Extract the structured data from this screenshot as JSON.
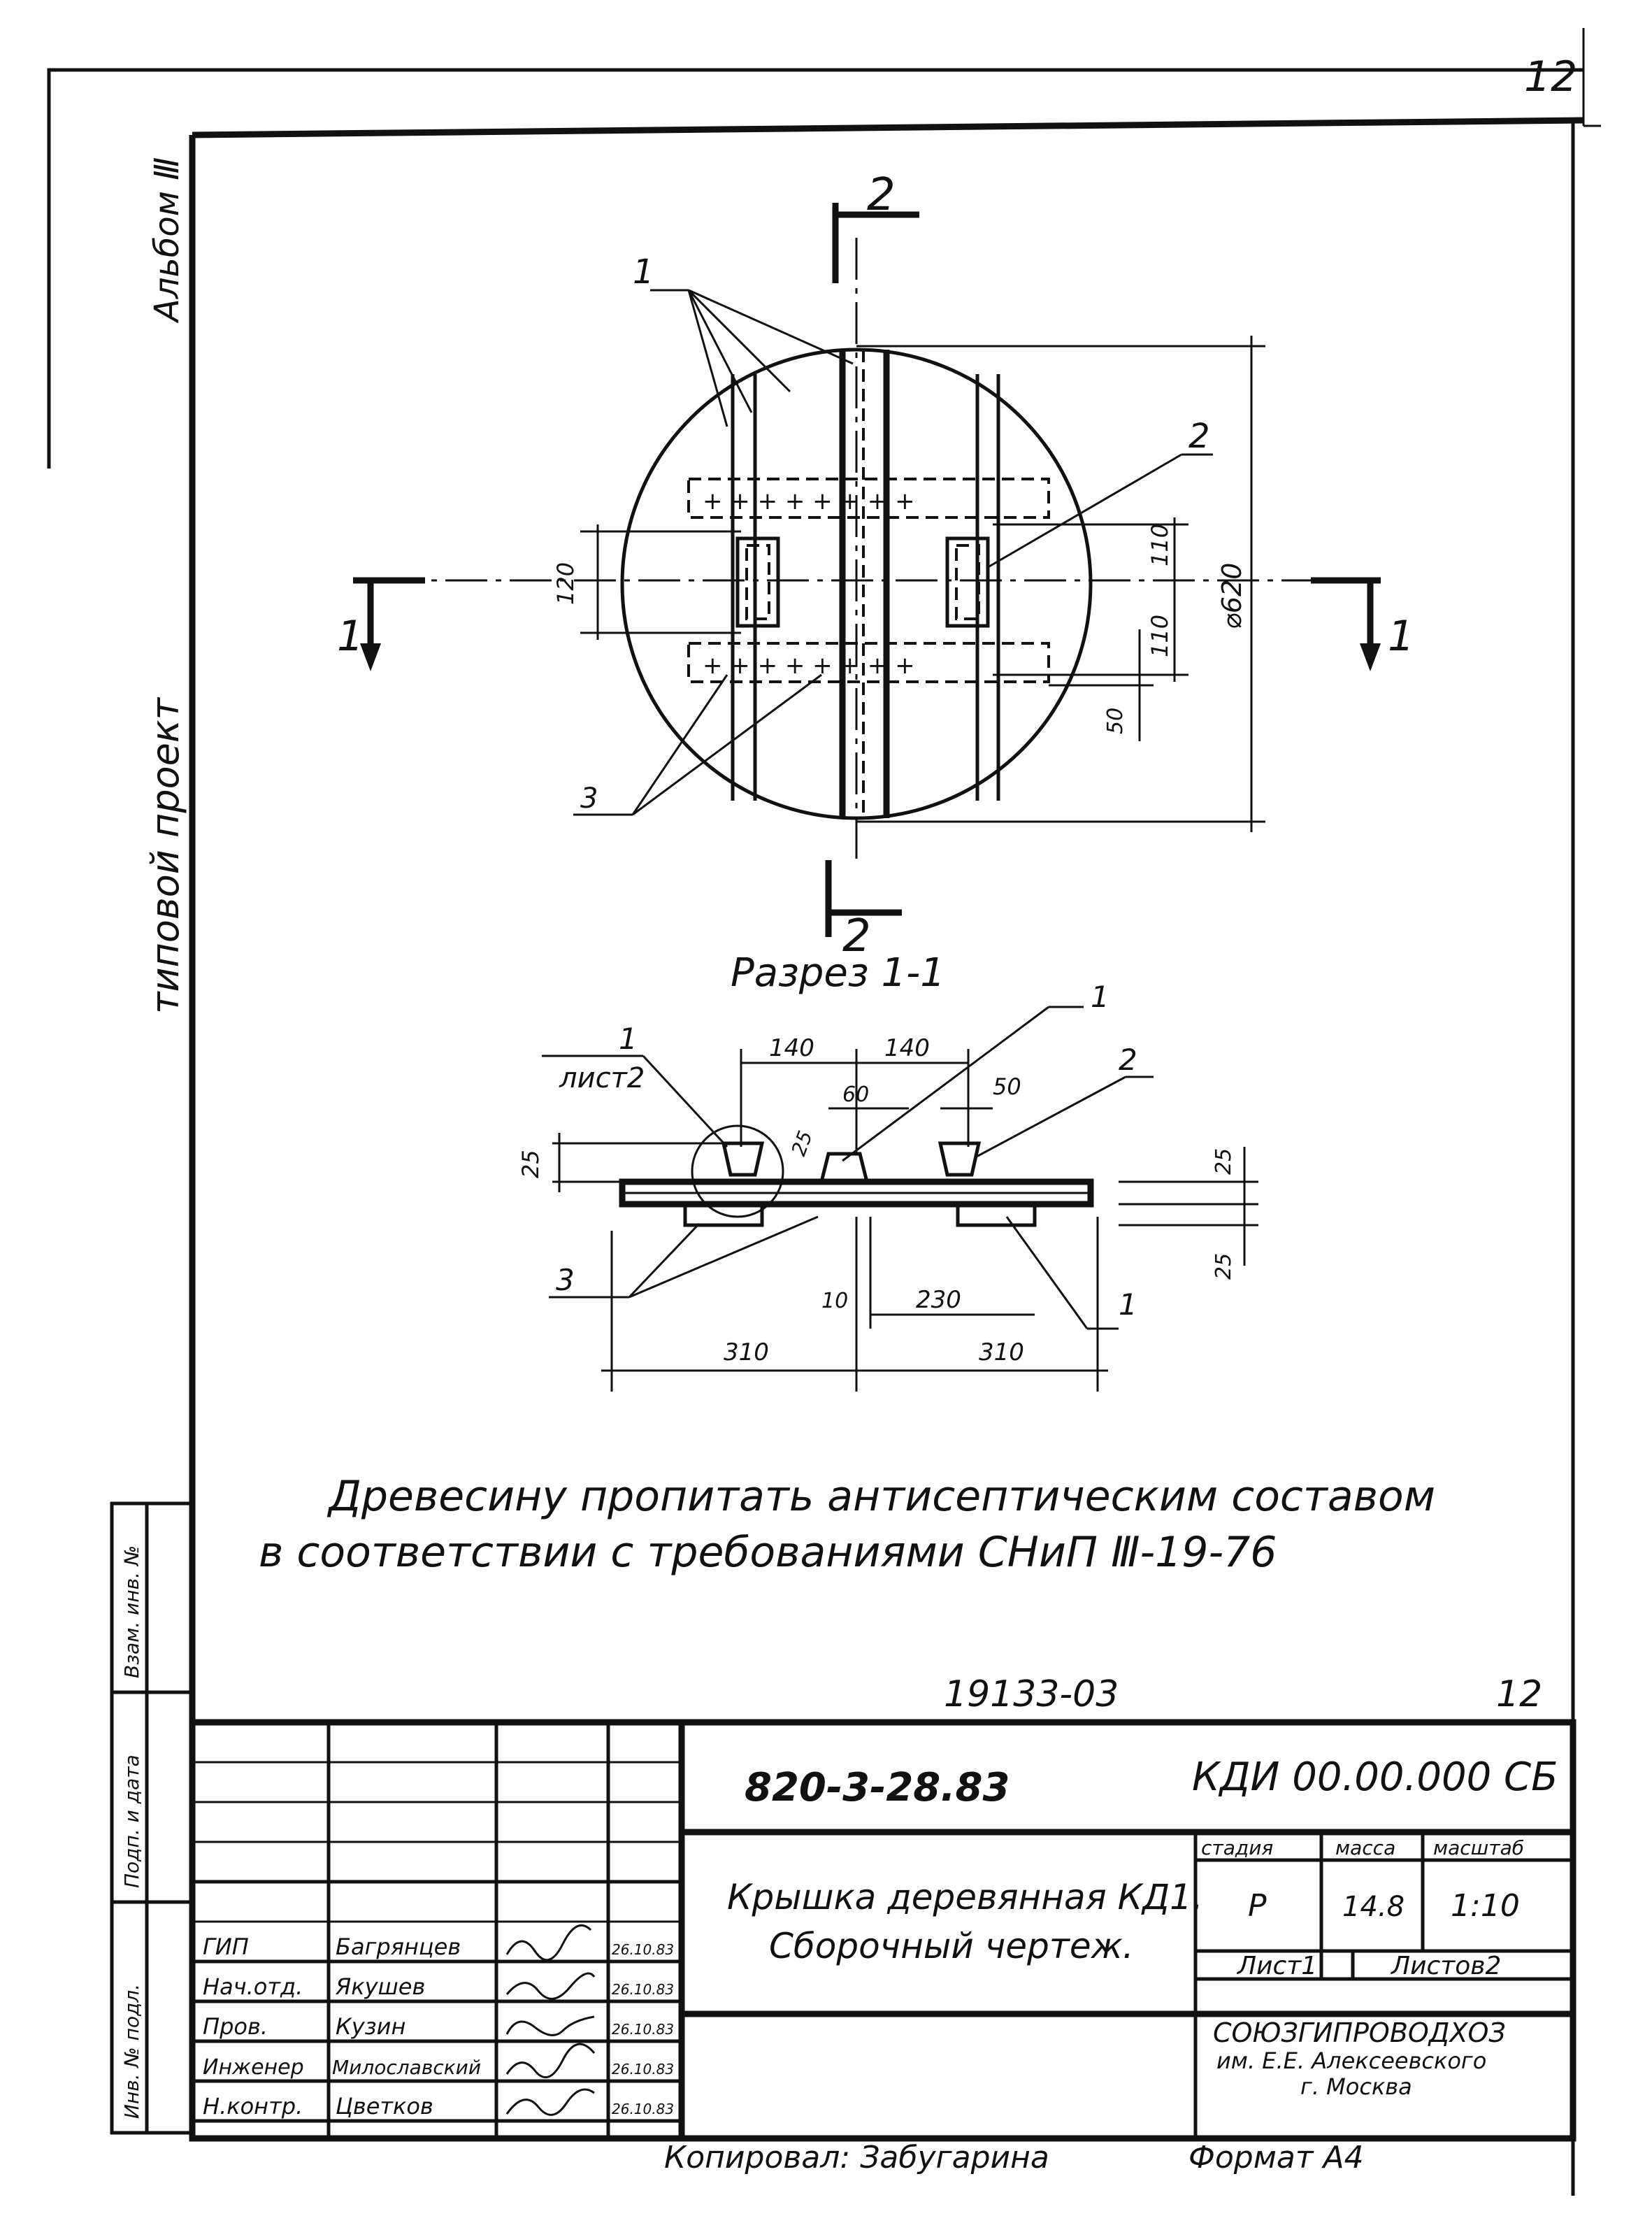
{
  "sheet_number": "12",
  "side_labels": {
    "album": "Альбом Ⅲ",
    "project": "типовой проект"
  },
  "left_stamp": [
    "Взам. инв. №",
    "Подп. и дата",
    "Инв. № подл."
  ],
  "plan_view": {
    "section_marks": {
      "a": "1",
      "b": "2"
    },
    "callouts": {
      "boards": "1",
      "strip": "2",
      "nails": "3"
    },
    "dims": {
      "h120": "120",
      "h110_top": "110",
      "h110_bottom": "110",
      "h50": "50",
      "diameter": "⌀620"
    }
  },
  "section_view": {
    "title": "Разрез 1-1",
    "callouts": {
      "c1_top": "1",
      "c1_left": "1",
      "c2": "2",
      "c3": "3",
      "c1_right": "1",
      "sheet_ref": "лист2"
    },
    "dims": {
      "d140a": "140",
      "d140b": "140",
      "d60": "60",
      "d50": "50",
      "d25_small": "25",
      "d25_left": "25",
      "d25_right_top": "25",
      "d25_right_bot": "25",
      "d10": "10",
      "d230": "230",
      "d310a": "310",
      "d310b": "310"
    }
  },
  "note": {
    "line1": "Древесину пропитать антисептическим составом",
    "line2": "в соответствии с требованиями  СНиП Ⅲ-19-76"
  },
  "doc_ref": "19133-03",
  "doc_ref_sheet": "12",
  "title_block": {
    "project_code": "820-3-28.83",
    "doc_code": "КДИ 00.00.000 СБ",
    "title_line1": "Крышка деревянная КД1.",
    "title_line2": "Сборочный чертеж.",
    "col_headers": [
      "стадия",
      "масса",
      "масштаб"
    ],
    "stage": "Р",
    "mass": "14.8",
    "scale": "1:10",
    "sheet": "Лист1",
    "sheets": "Листов2",
    "org_line1": "СОЮЗГИПРОВОДХОЗ",
    "org_line2": "им. Е.Е. Алексеевского",
    "org_line3": "г. Москва",
    "signatures": [
      {
        "role": "ГИП",
        "name": "Багрянцев",
        "date": "26.10.83"
      },
      {
        "role": "Нач.отд.",
        "name": "Якушев",
        "date": "26.10.83"
      },
      {
        "role": "Пров.",
        "name": "Кузин",
        "date": "26.10.83"
      },
      {
        "role": "Инженер",
        "name": "Милославский",
        "date": "26.10.83"
      },
      {
        "role": "Н.контр.",
        "name": "Цветков",
        "date": "26.10.83"
      }
    ]
  },
  "footer": {
    "copied": "Копировал: Забугарина",
    "format": "Формат А4"
  }
}
